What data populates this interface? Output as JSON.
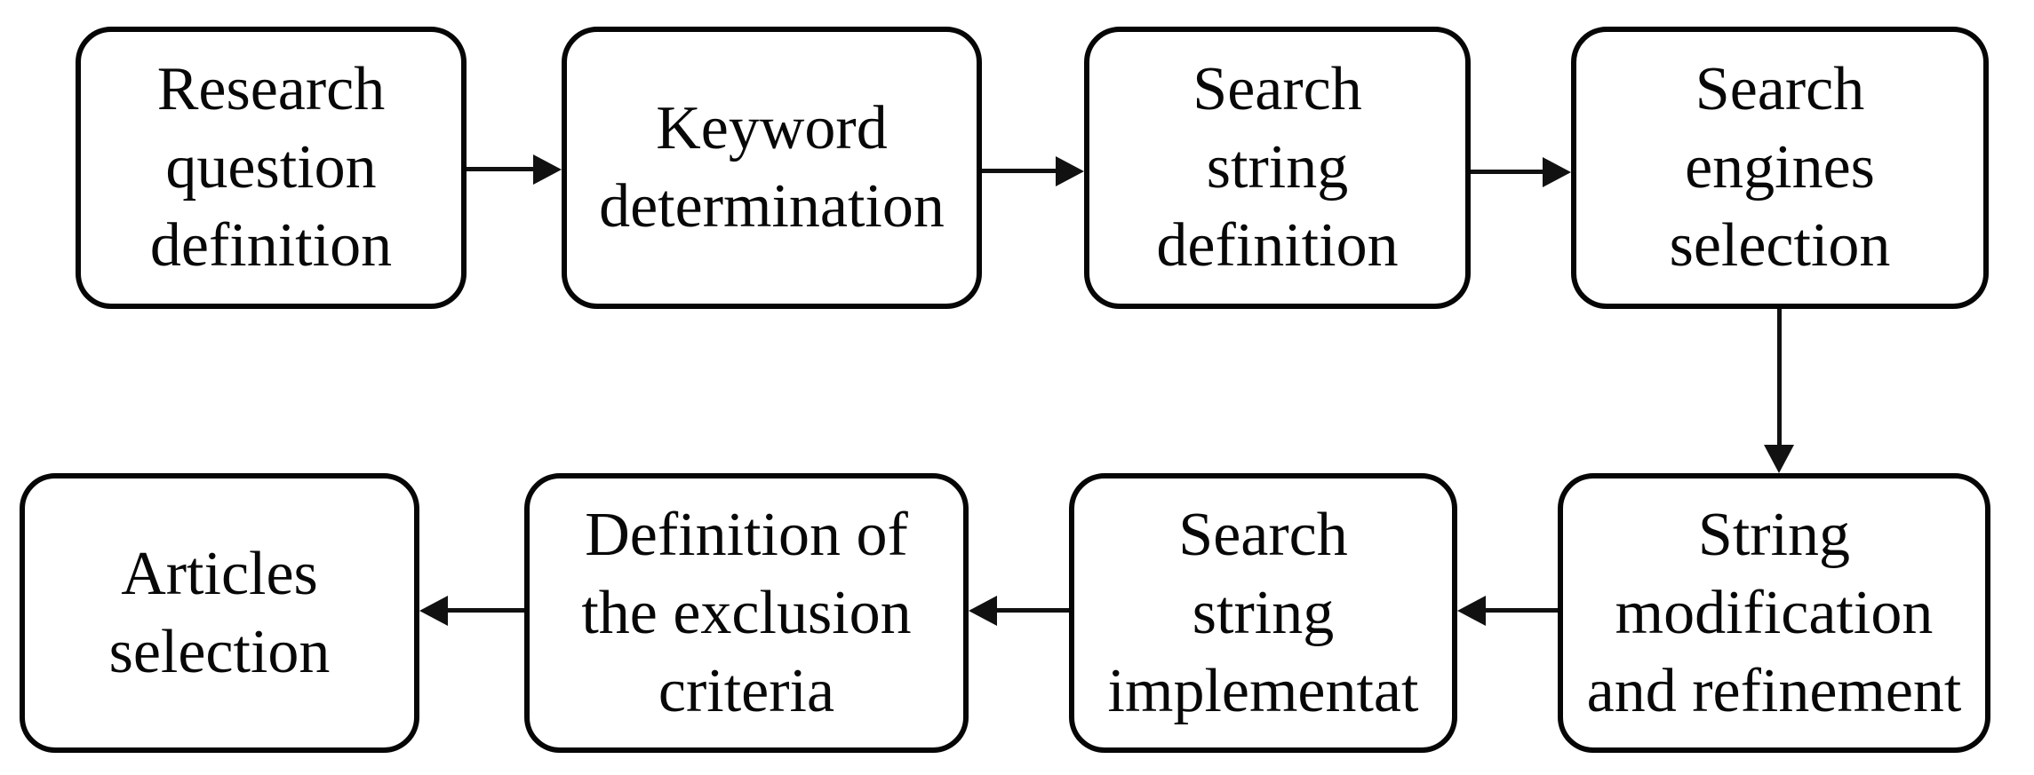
{
  "diagram": {
    "type": "flowchart",
    "background_color": "#ffffff",
    "stroke_color": "#000000",
    "nodes": [
      {
        "id": "research-question-definition",
        "label": "Research\nquestion\ndefinition",
        "row": 1,
        "col": 1
      },
      {
        "id": "keyword-determination",
        "label": "Keyword\ndetermination",
        "row": 1,
        "col": 2
      },
      {
        "id": "search-string-definition",
        "label": "Search\nstring\ndefinition",
        "row": 1,
        "col": 3
      },
      {
        "id": "search-engines-selection",
        "label": "Search\nengines\nselection",
        "row": 1,
        "col": 4
      },
      {
        "id": "articles-selection",
        "label": "Articles\nselection",
        "row": 2,
        "col": 1
      },
      {
        "id": "definition-of-the-exclusion-criteria",
        "label": "Definition of\nthe exclusion\ncriteria",
        "row": 2,
        "col": 2
      },
      {
        "id": "search-string-implementation",
        "label": "Search\nstring\nimplementat",
        "row": 2,
        "col": 3
      },
      {
        "id": "string-modification-and-refinement",
        "label": "String\nmodification\nand refinement",
        "row": 2,
        "col": 4
      }
    ],
    "edges": [
      {
        "from": "research-question-definition",
        "to": "keyword-determination",
        "direction": "right"
      },
      {
        "from": "keyword-determination",
        "to": "search-string-definition",
        "direction": "right"
      },
      {
        "from": "search-string-definition",
        "to": "search-engines-selection",
        "direction": "right"
      },
      {
        "from": "search-engines-selection",
        "to": "string-modification-and-refinement",
        "direction": "down"
      },
      {
        "from": "string-modification-and-refinement",
        "to": "search-string-implementation",
        "direction": "left"
      },
      {
        "from": "search-string-implementation",
        "to": "definition-of-the-exclusion-criteria",
        "direction": "left"
      },
      {
        "from": "definition-of-the-exclusion-criteria",
        "to": "articles-selection",
        "direction": "left"
      }
    ]
  }
}
